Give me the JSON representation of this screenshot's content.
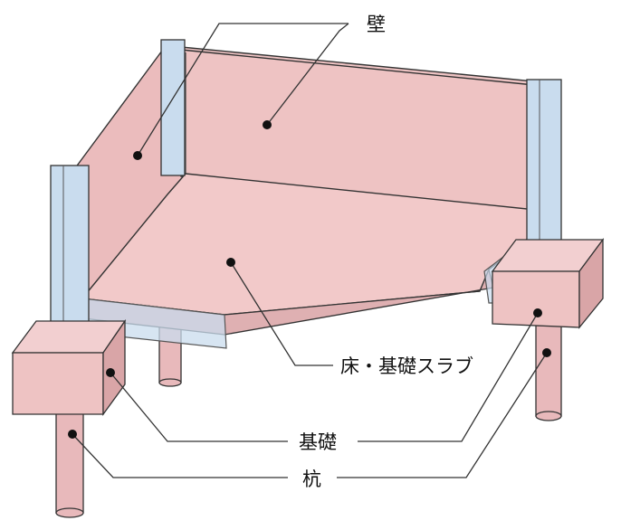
{
  "labels": {
    "wall": "壁",
    "floor_slab": "床・基礎スラブ",
    "foundation": "基礎",
    "pile": "杭"
  },
  "colors": {
    "concrete_pink": "#eec3c3",
    "concrete_pink_dark": "#d9a5a7",
    "column_blue": "#c9dcee",
    "outline": "#333333"
  }
}
